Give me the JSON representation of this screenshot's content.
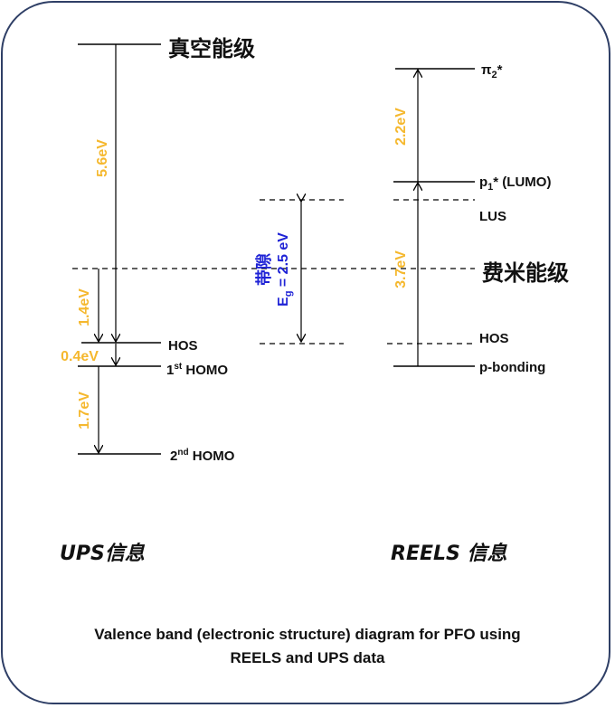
{
  "colors": {
    "border": "#2f3f66",
    "line": "#000000",
    "energy_label": "#f5b82e",
    "bandgap_label": "#1f23d6"
  },
  "ups": {
    "vacuum_level": "真空能级",
    "hos": "HOS",
    "homo1_prefix": "1",
    "homo1_sup": "st",
    "homo1_suffix": " HOMO",
    "homo2_prefix": "2",
    "homo2_sup": "nd",
    "homo2_suffix": " HOMO",
    "e_vac_hos": "5.6eV",
    "e_fermi_hos": "1.4eV",
    "e_hos_homo1": "0.4eV",
    "e_homo1_homo2": "1.7eV",
    "caption": "UPS信息"
  },
  "fermi": {
    "label": "费米能级"
  },
  "bandgap": {
    "title": "带隙",
    "eg_main": "E",
    "eg_sub": "g",
    "eg_value": " = 2.5 eV"
  },
  "reels": {
    "pi2": "π",
    "pi2_sub": "2",
    "pi2_star": "*",
    "p1": "p",
    "p1_sub": "1",
    "p1_rest": "* (LUMO)",
    "lus": "LUS",
    "hos": "HOS",
    "pbonding": "p-bonding",
    "e_pi2_p1": "2.2eV",
    "e_p1_pb": "3.7eV",
    "caption": "REELS 信息"
  },
  "caption": {
    "line1": "Valence band (electronic structure) diagram for PFO using",
    "line2": "REELS and UPS data"
  }
}
